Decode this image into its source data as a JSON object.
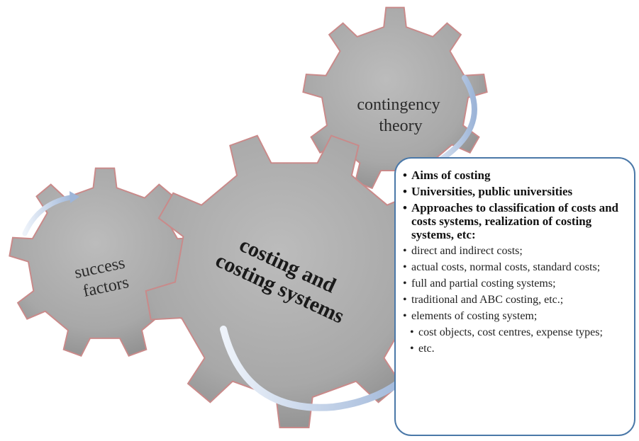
{
  "gears": {
    "left": {
      "line1": "success",
      "line2": "factors"
    },
    "center": {
      "line1": "costing and",
      "line2": "costing systems"
    },
    "top": {
      "line1": "contingency",
      "line2": "theory"
    }
  },
  "info_box": {
    "bold_items": [
      "Aims of costing",
      "Universities, public universities",
      "Approaches to classification of costs and costs systems, realization of costing systems, etc:"
    ],
    "items": [
      "direct and indirect costs;",
      "actual costs, normal costs, standard costs;",
      "full and partial costing systems;",
      "traditional and  ABC costing, etc.;",
      "elements of costing system;"
    ],
    "sub_items": [
      "cost objects, cost centres, expense types;",
      "etc."
    ]
  },
  "colors": {
    "gear_fill": "#a9a9a9",
    "gear_outline": "#c98a8a",
    "arrow": "#a9bfdf",
    "box_border": "#4a78a8"
  }
}
